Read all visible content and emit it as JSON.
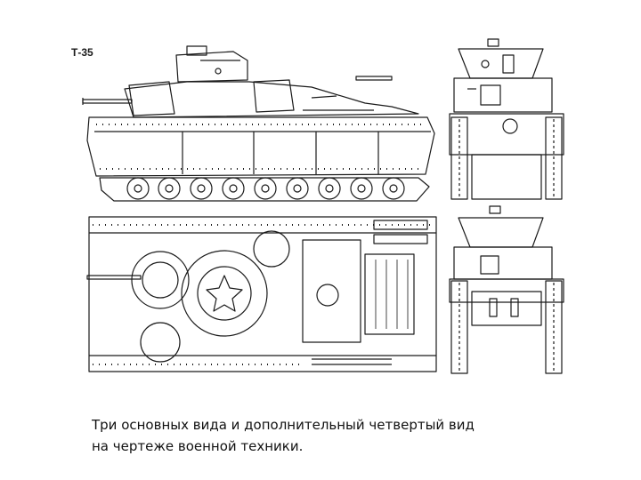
{
  "drawing": {
    "label": "Т-35"
  },
  "caption": {
    "line1": "Три основных вида и дополнительный четвертый вид",
    "line2": "на чертеже военной техники."
  }
}
